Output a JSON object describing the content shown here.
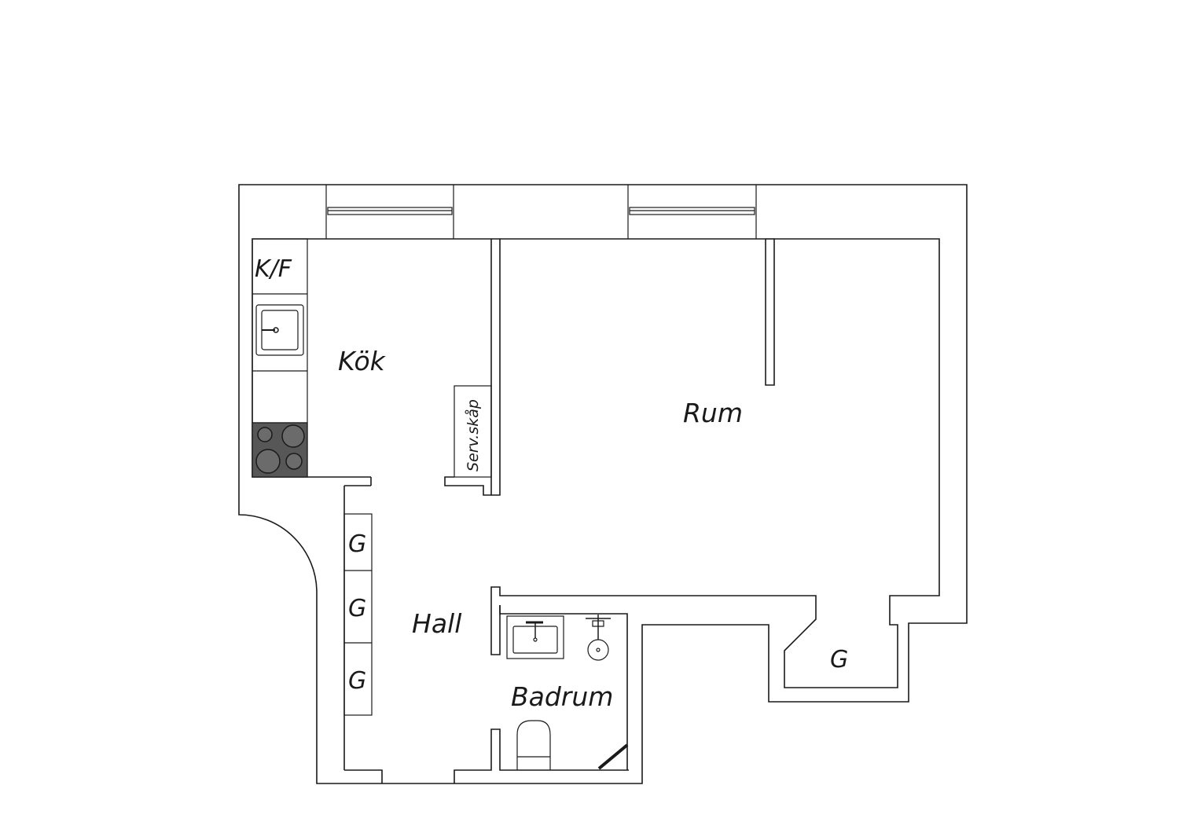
{
  "floor_plan": {
    "rooms": {
      "kitchen": "Kök",
      "living": "Rum",
      "hall": "Hall",
      "bathroom": "Badrum"
    },
    "fixtures": {
      "fridge_freezer": "K/F",
      "service_cabinet": "Serv.skåp",
      "wardrobe_1": "G",
      "wardrobe_2": "G",
      "wardrobe_3": "G",
      "wardrobe_4": "G"
    },
    "colors": {
      "wall": "#1a1a1a",
      "stove": "#575757",
      "background": "#ffffff"
    }
  }
}
